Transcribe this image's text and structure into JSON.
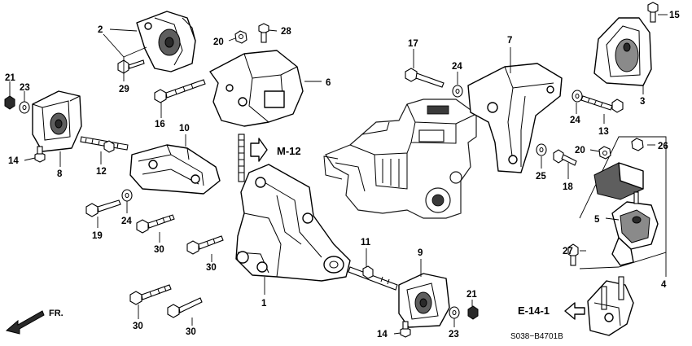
{
  "diagram": {
    "title": "",
    "code": "S038−B4701B",
    "fr_label": "FR.",
    "refs": {
      "m12": "M-12",
      "e141": "E-14-1"
    },
    "callouts": {
      "c1": "1",
      "c2": "2",
      "c3": "3",
      "c4": "4",
      "c5": "5",
      "c6": "6",
      "c7": "7",
      "c8": "8",
      "c9": "9",
      "c10": "10",
      "c11": "11",
      "c12": "12",
      "c13": "13",
      "c14a": "14",
      "c14b": "14",
      "c15": "15",
      "c16": "16",
      "c17": "17",
      "c18": "18",
      "c19": "19",
      "c20a": "20",
      "c20b": "20",
      "c21a": "21",
      "c21b": "21",
      "c23a": "23",
      "c23b": "23",
      "c24a": "24",
      "c24b": "24",
      "c24c": "24",
      "c25": "25",
      "c26": "26",
      "c27": "27",
      "c28": "28",
      "c29": "29",
      "c30a": "30",
      "c30b": "30",
      "c30c": "30",
      "c30d": "30"
    }
  }
}
